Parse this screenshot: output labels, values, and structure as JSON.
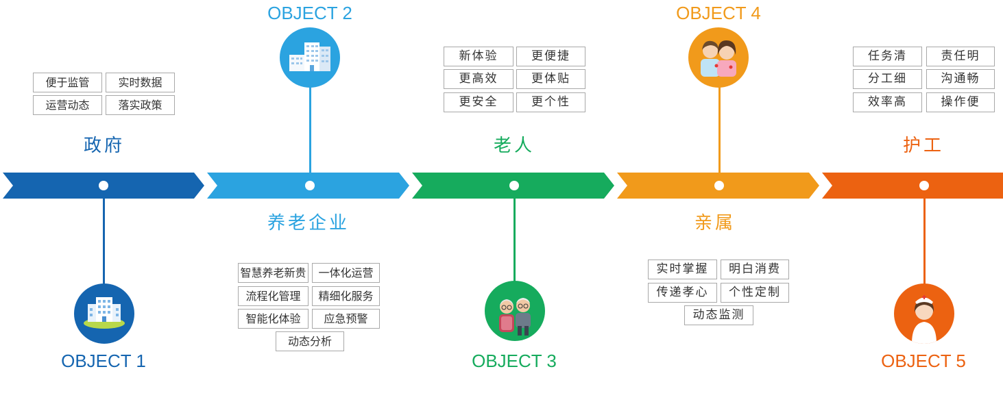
{
  "objects": [
    {
      "title": "OBJECT 1",
      "category": "政府",
      "color": "#1565b0",
      "icon": "government-building-icon",
      "tags": [
        "便于监管",
        "实时数据",
        "运营动态",
        "落实政策"
      ]
    },
    {
      "title": "OBJECT 2",
      "category": "养老企业",
      "color": "#2ba3e0",
      "icon": "office-building-icon",
      "tags": [
        "智慧养老新贵",
        "一体化运营",
        "流程化管理",
        "精细化服务",
        "智能化体验",
        "应急预警",
        "动态分析"
      ]
    },
    {
      "title": "OBJECT 3",
      "category": "老人",
      "color": "#16ab5d",
      "icon": "elderly-couple-icon",
      "tags": [
        "新体验",
        "更便捷",
        "更高效",
        "更体贴",
        "更安全",
        "更个性"
      ]
    },
    {
      "title": "OBJECT 4",
      "category": "亲属",
      "color": "#f19a1b",
      "icon": "family-couple-icon",
      "tags": [
        "实时掌握",
        "明白消费",
        "传递孝心",
        "个性定制",
        "动态监测"
      ]
    },
    {
      "title": "OBJECT 5",
      "category": "护工",
      "color": "#ec6211",
      "icon": "nurse-icon",
      "tags": [
        "任务清",
        "责任明",
        "分工细",
        "沟通畅",
        "效率高",
        "操作便"
      ]
    }
  ]
}
